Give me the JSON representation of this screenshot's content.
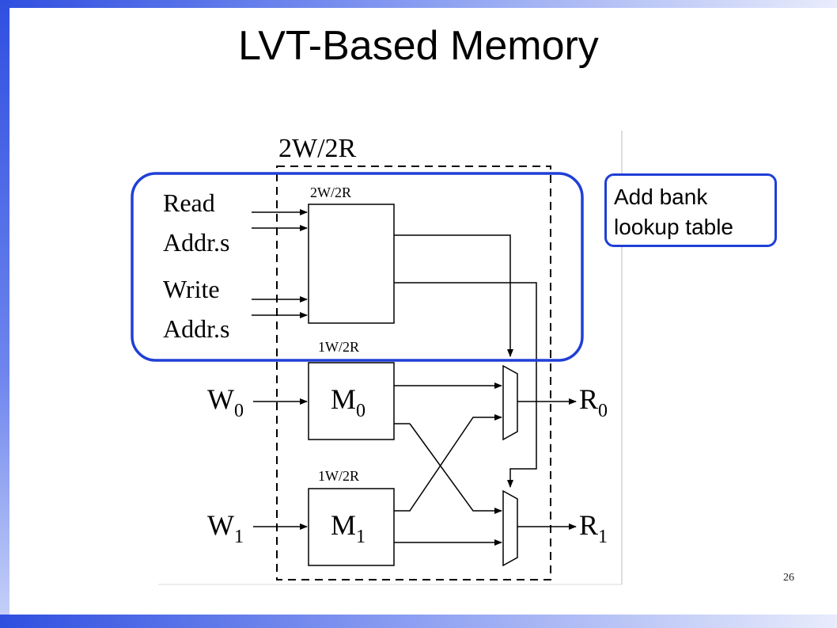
{
  "slide": {
    "title": "LVT-Based Memory",
    "page_number": "26",
    "callout": {
      "line1": "Add bank",
      "line2": "lookup table"
    }
  },
  "diagram": {
    "outer_label": "2W/2R",
    "lvt": {
      "label": "2W/2R",
      "read_label_1": "Read",
      "read_label_2": "Addr.s",
      "write_label_1": "Write",
      "write_label_2": "Addr.s"
    },
    "bank0": {
      "label": "1W/2R",
      "name": "M",
      "sub": "0",
      "input": "W",
      "input_sub": "0",
      "output": "R",
      "output_sub": "0"
    },
    "bank1": {
      "label": "1W/2R",
      "name": "M",
      "sub": "1",
      "input": "W",
      "input_sub": "1",
      "output": "R",
      "output_sub": "1"
    },
    "highlight_color": "#1f3fd6"
  }
}
